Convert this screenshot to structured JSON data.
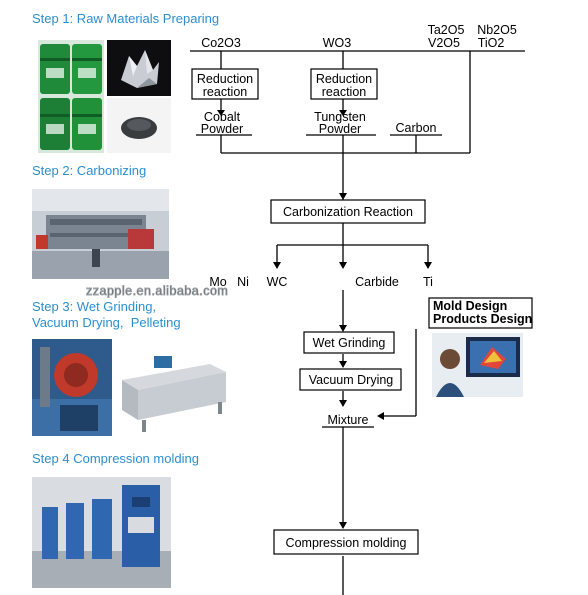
{
  "steps": [
    "Step 1:  Raw Materials Preparing",
    "Step 2: Carbonizing",
    "Step 3: Wet Grinding,\nVacuum Drying,  Pelleting",
    "Step 4 Compression molding"
  ],
  "materials": {
    "co2o3": "Co2O3",
    "wo3": "WO3",
    "ta2o5": "Ta2O5",
    "nb2o5": "Nb2O5",
    "v2o5": "V2O5",
    "tio2": "TiO2",
    "reduction_1": "Reduction\nreaction",
    "reduction_2": "Reduction\nreaction",
    "cobalt": "Cobalt\nPowder",
    "tungsten": "Tungsten\nPowder",
    "carbon": "Carbon"
  },
  "process": {
    "carbonization": "Carbonization Reaction",
    "mo": "Mo",
    "ni": "Ni",
    "wc": "WC",
    "carbide": "Carbide",
    "ti": "Ti",
    "wet_grinding": "Wet Grinding",
    "vacuum_drying": "Vacuum Drying",
    "mixture": "Mixture",
    "mold_design": "Mold Design\nProducts Design",
    "compression": "Compression molding"
  },
  "watermark": "zzapple.en.alibaba.com",
  "colors": {
    "step_blue": "#2a8fd0",
    "line": "#000000"
  }
}
